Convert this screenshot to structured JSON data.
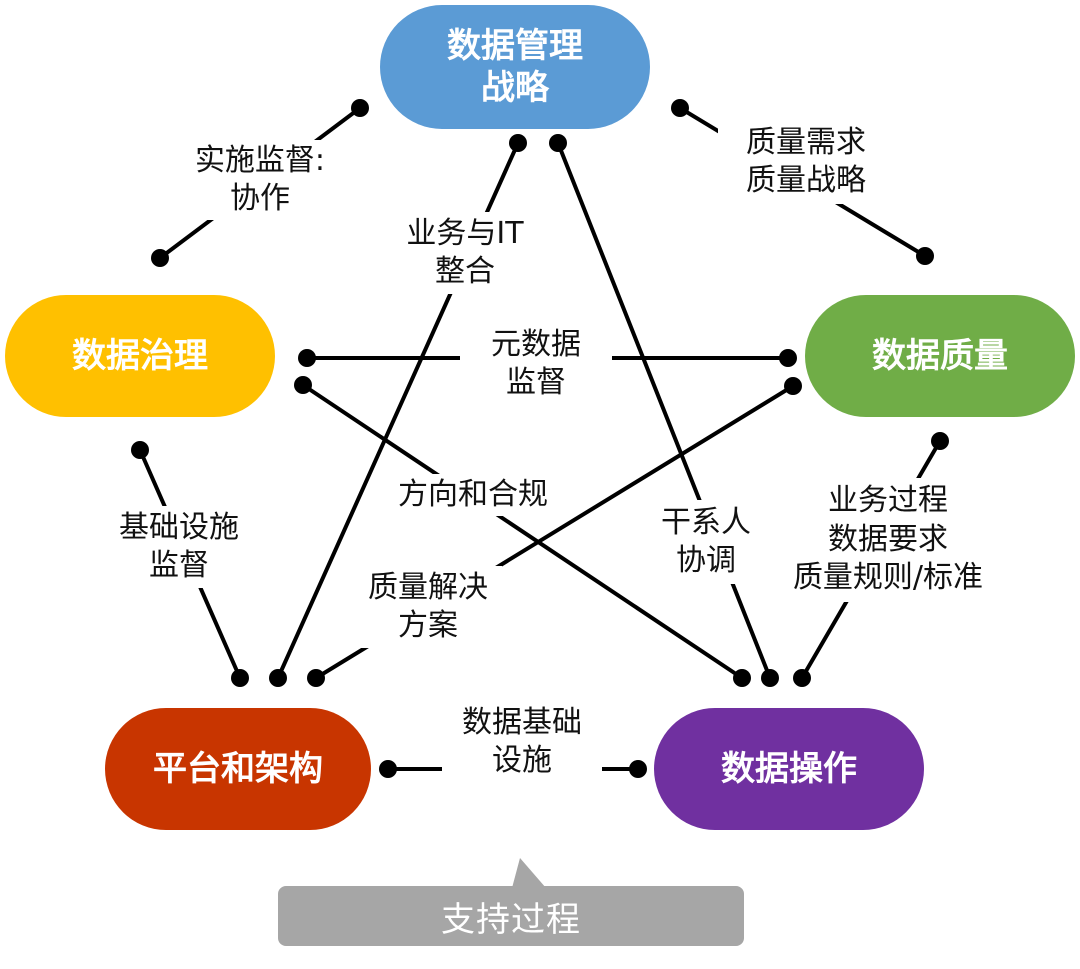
{
  "nodes": {
    "strategy": {
      "label": "数据管理\n战略",
      "color": "#5b9bd5"
    },
    "governance": {
      "label": "数据治理",
      "color": "#ffc000"
    },
    "quality": {
      "label": "数据质量",
      "color": "#70ad47"
    },
    "platform": {
      "label": "平台和架构",
      "color": "#c83500"
    },
    "operations": {
      "label": "数据操作",
      "color": "#7030a0"
    }
  },
  "labels": {
    "exec_oversight": "实施监督:\n协作",
    "quality_req": "质量需求\n质量战略",
    "biz_it": "业务与IT\n整合",
    "metadata": "元数据\n监督",
    "direction": "方向和合规",
    "stakeholder": "干系人\n协调",
    "process_req": "业务过程\n数据要求\n质量规则/标准",
    "infra_oversight": "基础设施\n监督",
    "quality_solution": "质量解决\n方案",
    "data_infra": "数据基础\n设施"
  },
  "footer": {
    "label": "支持过程",
    "color": "#a6a6a6"
  }
}
